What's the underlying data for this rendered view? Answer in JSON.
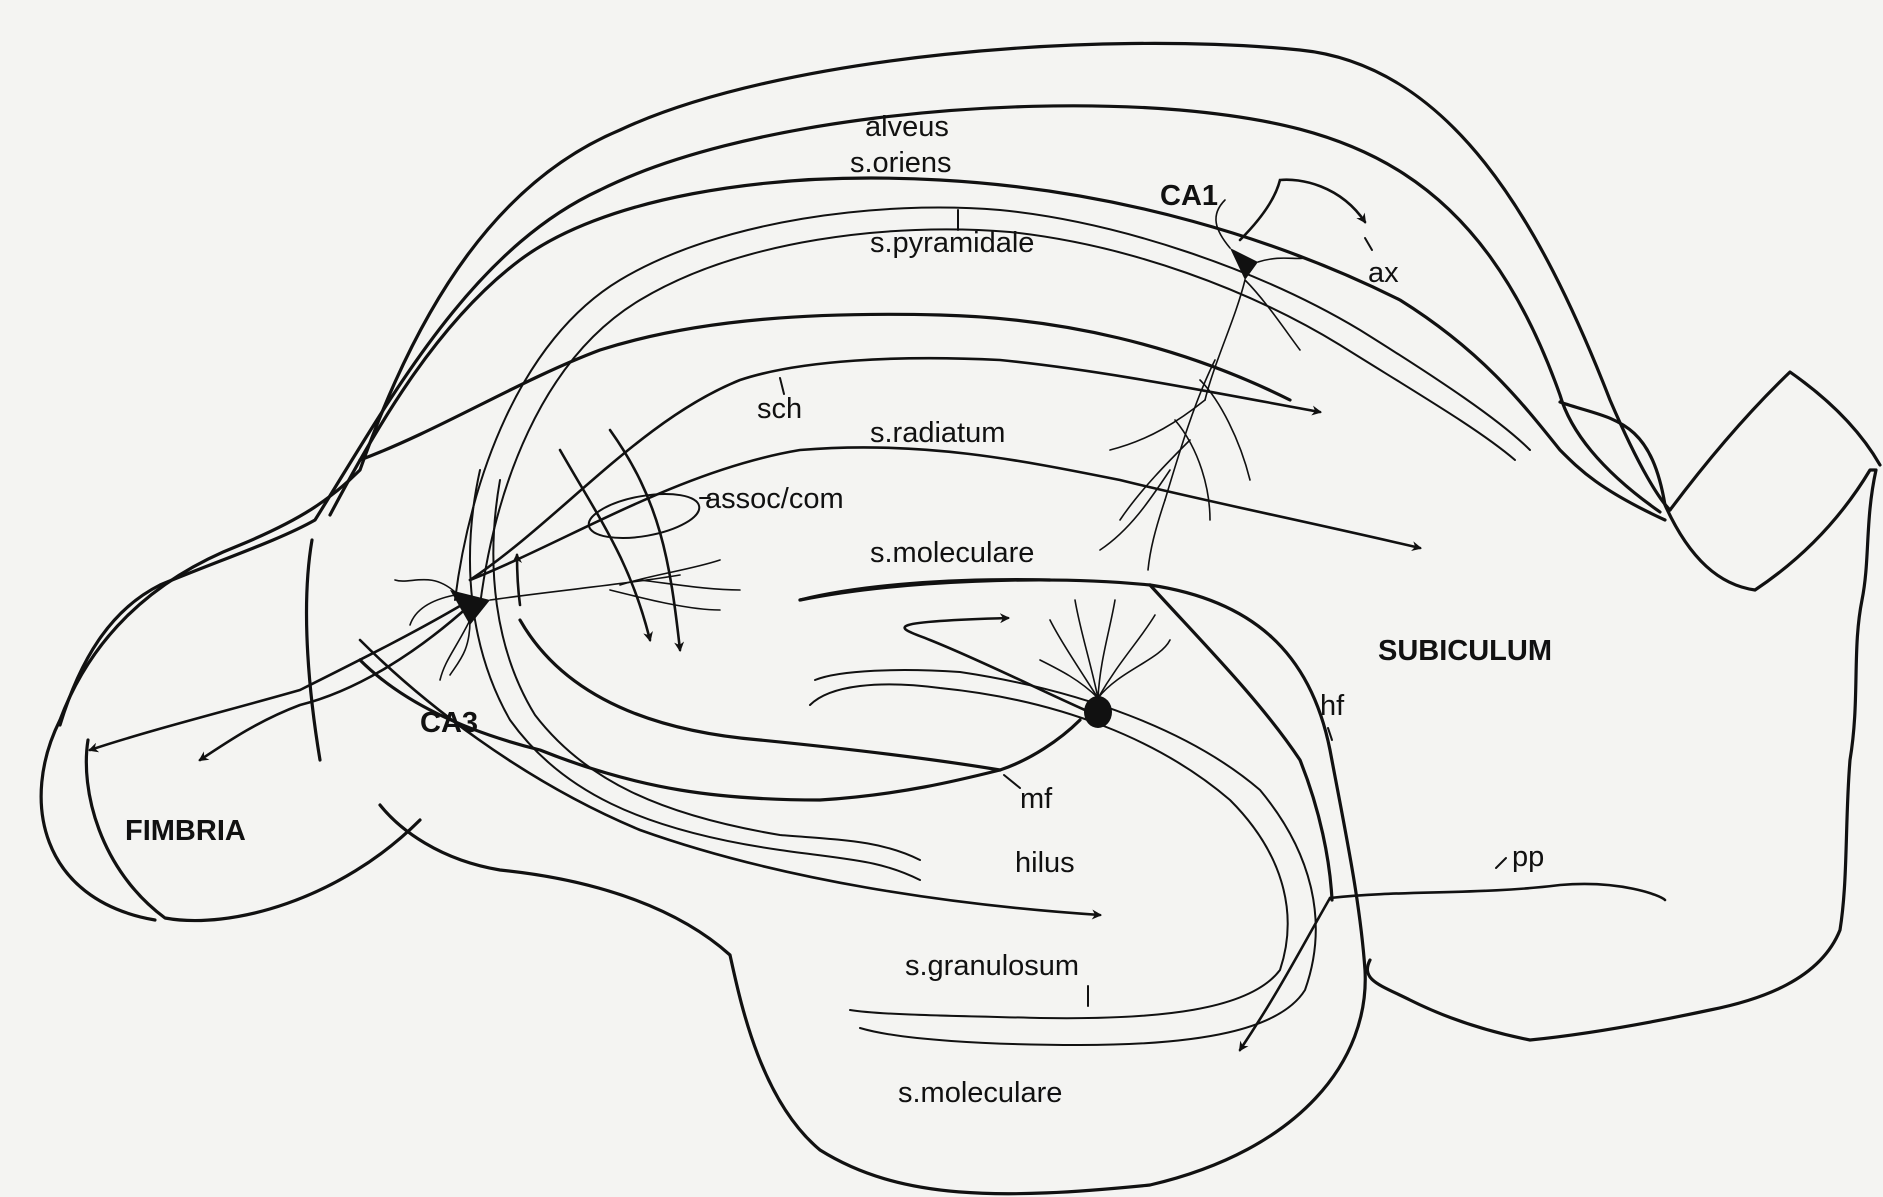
{
  "labels": {
    "alveus": "alveus",
    "s_oriens": "s.oriens",
    "ca1": "CA1",
    "ax": "ax",
    "s_pyramidale": "s.pyramidale",
    "sch": "sch",
    "s_radiatum": "s.radiatum",
    "assoc_com": "assoc/com",
    "s_moleculare_upper": "s.moleculare",
    "subiculum": "SUBICULUM",
    "ca3": "CA3",
    "hf": "hf",
    "mf": "mf",
    "fimbria": "FIMBRIA",
    "hilus": "hilus",
    "pp": "pp",
    "s_granulosum": "s.granulosum",
    "s_moleculare_lower": "s.moleculare"
  },
  "colors": {
    "background": "#f4f4f2",
    "ink": "#111111"
  }
}
